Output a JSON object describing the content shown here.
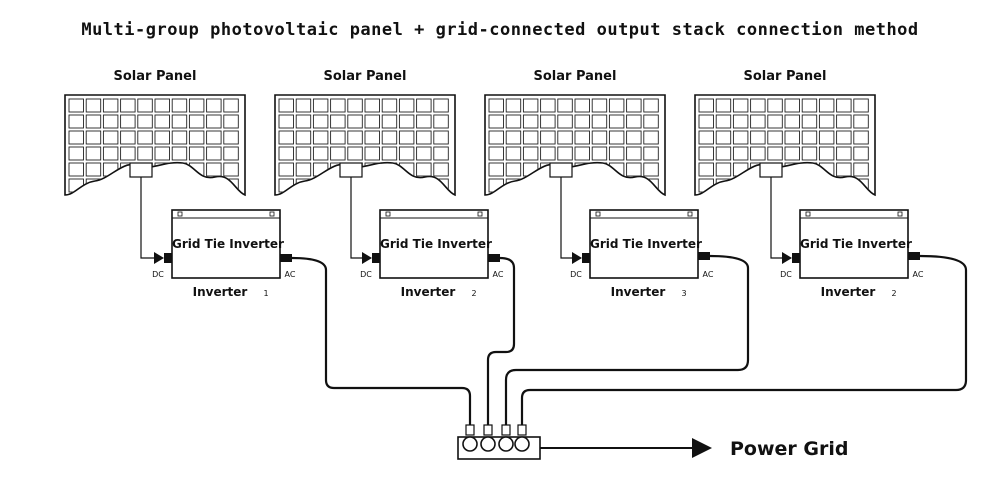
{
  "title": "Multi-group photovoltaic panel + grid-connected output stack connection method",
  "units": [
    {
      "panel_label": "Solar Panel",
      "inverter_face": "Grid Tie Inverter",
      "inverter_label": "Inverter",
      "inverter_num": "1",
      "dc": "DC",
      "ac": "AC"
    },
    {
      "panel_label": "Solar Panel",
      "inverter_face": "Grid Tie Inverter",
      "inverter_label": "Inverter",
      "inverter_num": "2",
      "dc": "DC",
      "ac": "AC"
    },
    {
      "panel_label": "Solar Panel",
      "inverter_face": "Grid Tie Inverter",
      "inverter_label": "Inverter",
      "inverter_num": "3",
      "dc": "DC",
      "ac": "AC"
    },
    {
      "panel_label": "Solar Panel",
      "inverter_face": "Grid Tie Inverter",
      "inverter_label": "Inverter",
      "inverter_num": "2",
      "dc": "DC",
      "ac": "AC"
    }
  ],
  "grid_label": "Power Grid"
}
